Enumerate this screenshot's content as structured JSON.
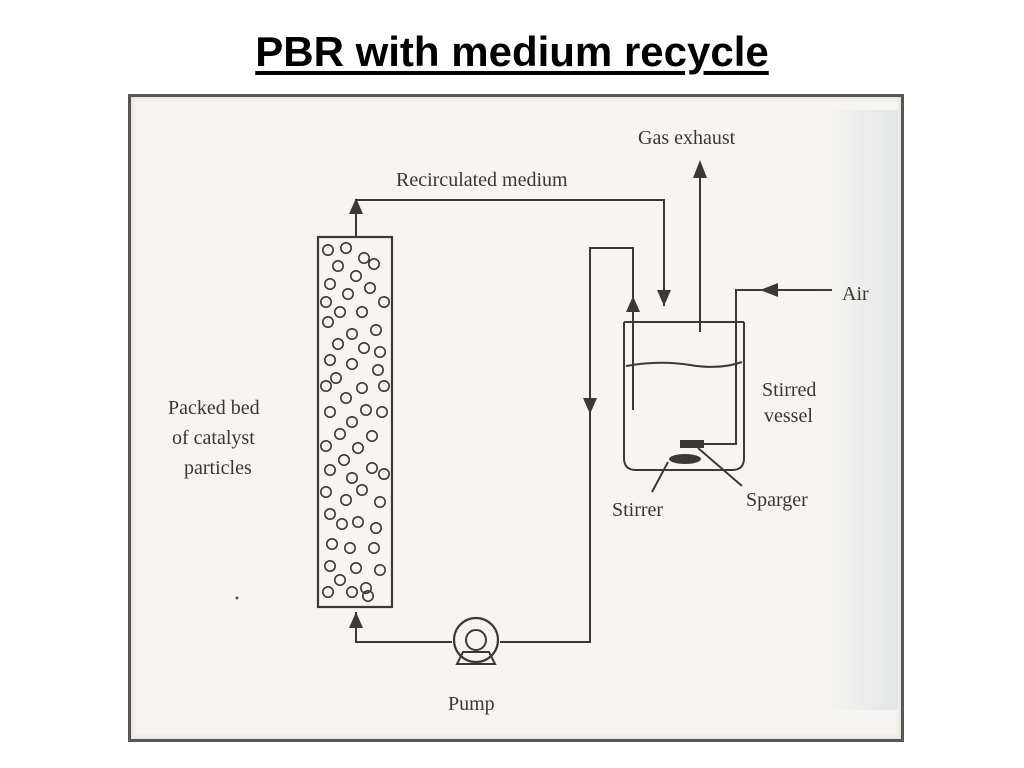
{
  "title": "PBR with medium recycle",
  "labels": {
    "gas_exhaust": "Gas exhaust",
    "recirculated_medium": "Recirculated medium",
    "air": "Air",
    "stirred_vessel_1": "Stirred",
    "stirred_vessel_2": "vessel",
    "packed_bed_1": "Packed bed",
    "packed_bed_2": "of catalyst",
    "packed_bed_3": "particles",
    "stirrer": "Stirrer",
    "sparger": "Sparger",
    "pump": "Pump"
  },
  "colors": {
    "line": "#3d3835",
    "paper": "#f7f5f1",
    "frame": "#5a5653"
  }
}
